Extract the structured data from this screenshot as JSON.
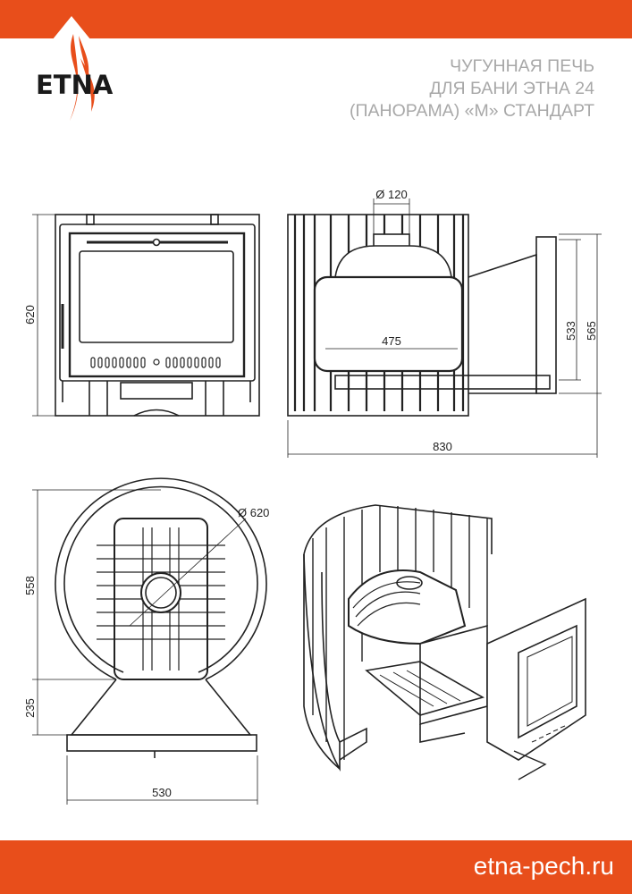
{
  "brand": {
    "logo_text": "ETNA",
    "accent_color": "#e84e1b"
  },
  "title": {
    "lines": [
      "ЧУГУННАЯ ПЕЧЬ",
      "ДЛЯ БАНИ ЭТНА 24",
      "(ПАНОРАМА) «М» СТАНДАРТ"
    ]
  },
  "dimensions": {
    "front_height": "620",
    "chimney_diameter": "Ø 120",
    "firebox_length": "475",
    "side_height_inner": "533",
    "side_height_outer": "565",
    "total_length": "830",
    "top_diameter": "Ø 620",
    "top_depth": "558",
    "tunnel_length": "235",
    "tunnel_width": "530"
  },
  "footer": {
    "website": "etna-pech.ru"
  }
}
